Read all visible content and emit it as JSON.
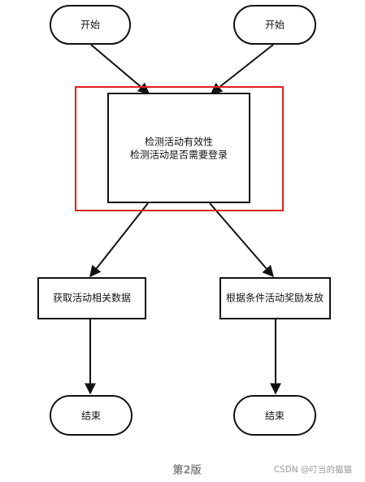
{
  "diagram": {
    "start_left": "开始",
    "start_right": "开始",
    "check_line1": "检测活动有效性",
    "check_line2": "检测活动是否需要登录",
    "fetch_data": "获取活动相关数据",
    "grant_reward": "根据条件活动奖励发放",
    "end_left": "结束",
    "end_right": "结束",
    "highlight_color": "#e02020"
  },
  "caption": "第2版",
  "watermark": "CSDN @叮当的猫猫"
}
